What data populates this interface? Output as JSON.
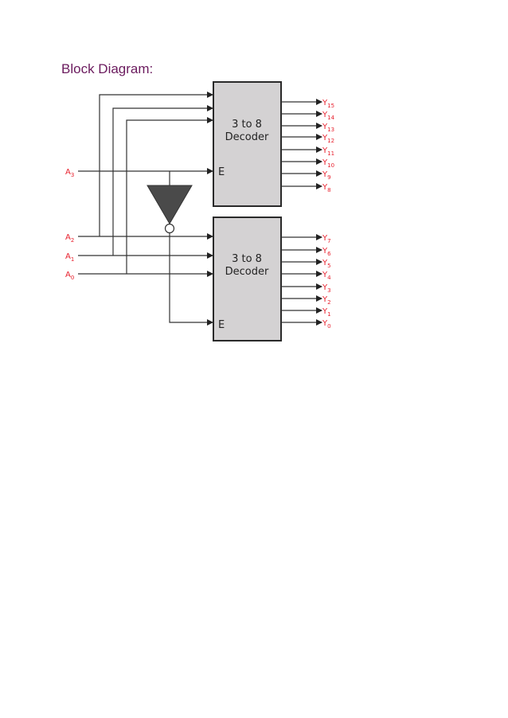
{
  "page": {
    "title": "Block Diagram:"
  },
  "colors": {
    "title": "#6b1b5e",
    "label": "#e8212e",
    "block_fill": "#d4d2d3",
    "block_stroke": "#2a2a2a",
    "wire": "#333333",
    "inverter_fill": "#4a4a4a"
  },
  "diagram": {
    "upper_decoder": {
      "line1": "3 to 8",
      "line2": "Decoder",
      "enable": "E",
      "outputs": [
        {
          "name": "Y",
          "sub": "15"
        },
        {
          "name": "Y",
          "sub": "14"
        },
        {
          "name": "Y",
          "sub": "13"
        },
        {
          "name": "Y",
          "sub": "12"
        },
        {
          "name": "Y",
          "sub": "11"
        },
        {
          "name": "Y",
          "sub": "10"
        },
        {
          "name": "Y",
          "sub": "9"
        },
        {
          "name": "Y",
          "sub": "8"
        }
      ]
    },
    "lower_decoder": {
      "line1": "3 to 8",
      "line2": "Decoder",
      "enable": "E",
      "outputs": [
        {
          "name": "Y",
          "sub": "7"
        },
        {
          "name": "Y",
          "sub": "6"
        },
        {
          "name": "Y",
          "sub": "5"
        },
        {
          "name": "Y",
          "sub": "4"
        },
        {
          "name": "Y",
          "sub": "3"
        },
        {
          "name": "Y",
          "sub": "2"
        },
        {
          "name": "Y",
          "sub": "1"
        },
        {
          "name": "Y",
          "sub": "0"
        }
      ]
    },
    "inputs": [
      {
        "name": "A",
        "sub": "3"
      },
      {
        "name": "A",
        "sub": "2"
      },
      {
        "name": "A",
        "sub": "1"
      },
      {
        "name": "A",
        "sub": "0"
      }
    ],
    "gate": "NOT"
  }
}
